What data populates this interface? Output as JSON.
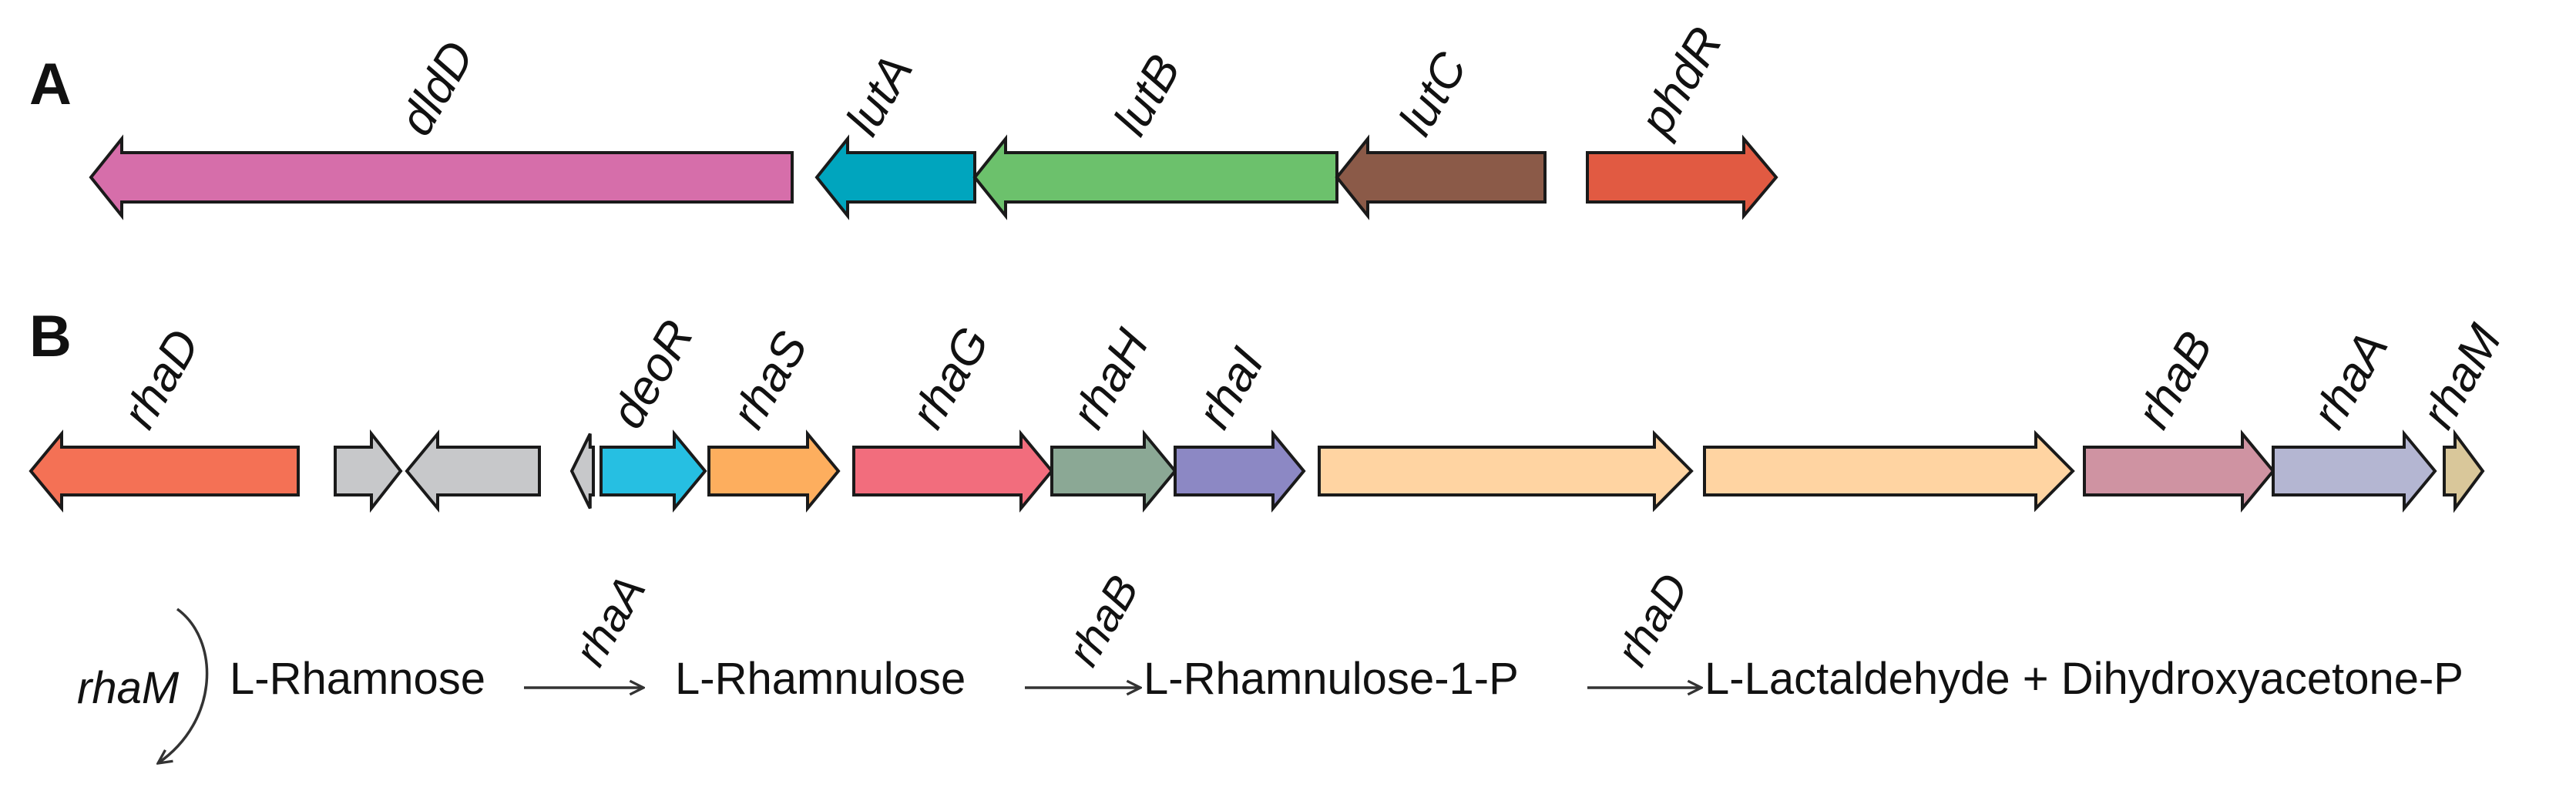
{
  "panel_a": {
    "label": "A",
    "genes": [
      {
        "name": "dldD",
        "color": "#D66EAA"
      },
      {
        "name": "lutA",
        "color": "#00A5BE"
      },
      {
        "name": "lutB",
        "color": "#6CC16C"
      },
      {
        "name": "lutC",
        "color": "#8B5A48"
      },
      {
        "name": "phdR",
        "color": "#E15A42"
      }
    ]
  },
  "panel_b": {
    "label": "B",
    "genes": [
      {
        "name": "rhaD",
        "color": "#F47155"
      },
      {
        "name": "",
        "color": "#C7C8CA"
      },
      {
        "name": "",
        "color": "#C7C8CA"
      },
      {
        "name": "",
        "color": "#C7C8CA"
      },
      {
        "name": "deoR",
        "color": "#26BFE2"
      },
      {
        "name": "rhaS",
        "color": "#FDAE5E"
      },
      {
        "name": "rhaG",
        "color": "#F26D7D"
      },
      {
        "name": "rhaH",
        "color": "#8BA895"
      },
      {
        "name": "rhaI",
        "color": "#8C88C4"
      },
      {
        "name": "",
        "color": "#FFD4A2"
      },
      {
        "name": "",
        "color": "#FFD4A2"
      },
      {
        "name": "rhaB",
        "color": "#CF93A2"
      },
      {
        "name": "rhaA",
        "color": "#B4B6D2"
      },
      {
        "name": "rhaM",
        "color": "#D9C79A"
      }
    ]
  },
  "pathway": {
    "compounds": [
      "L-Rhamnose",
      "L-Rhamnulose",
      "L-Rhamnulose-1-P",
      "L-Lactaldehyde + Dihydroxyacetone-P"
    ],
    "enzymes": [
      "rhaM",
      "rhaA",
      "rhaB",
      "rhaD"
    ]
  }
}
